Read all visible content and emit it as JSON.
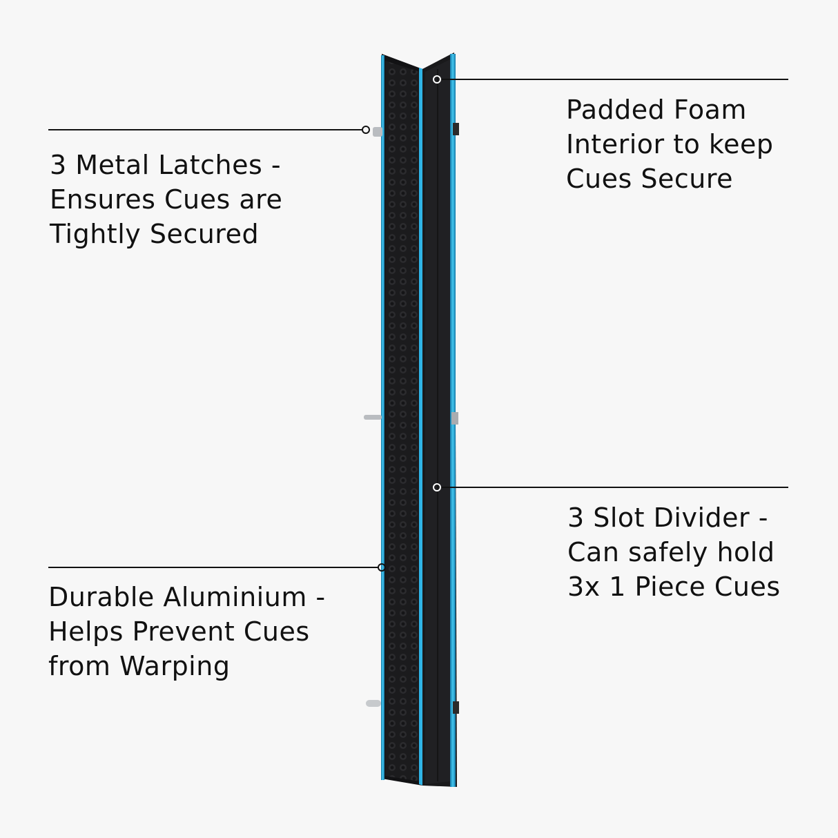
{
  "callouts": {
    "latches": {
      "lines": [
        "3 Metal Latches -",
        "Ensures Cues are",
        "Tightly Secured"
      ]
    },
    "foam": {
      "lines": [
        "Padded Foam",
        "Interior to keep",
        "Cues Secure"
      ]
    },
    "aluminium": {
      "lines": [
        "Durable Aluminium -",
        "Helps Prevent Cues",
        "from Warping"
      ]
    },
    "divider": {
      "lines": [
        "3 Slot Divider -",
        "Can safely hold",
        "3x 1 Piece Cues"
      ]
    }
  },
  "colors": {
    "background": "#f7f7f7",
    "case_trim": "#1e9fd6",
    "case_trim_light": "#45c8f0",
    "foam": "#1b1b1d",
    "text": "#111111"
  }
}
